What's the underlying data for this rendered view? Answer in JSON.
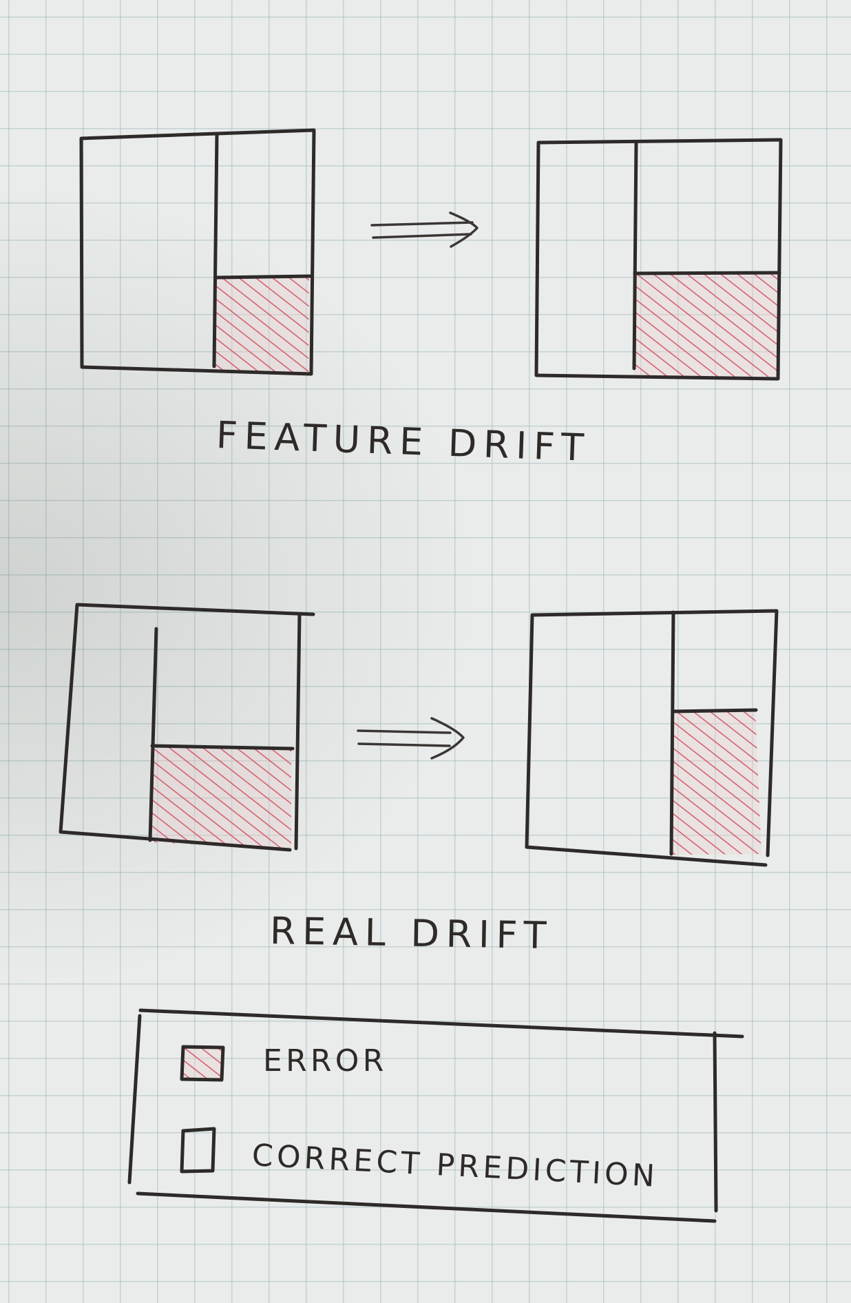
{
  "sections": [
    {
      "title": "FEATURE DRIFT",
      "before": {
        "error_fraction": 0.38,
        "split_fraction": 0.58
      },
      "after": {
        "error_fraction": 0.43,
        "split_fraction": 0.41
      }
    },
    {
      "title": "REAL DRIFT",
      "before": {
        "error_fraction": 0.43,
        "split_fraction": 0.38
      },
      "after": {
        "error_fraction": 0.61,
        "split_fraction": 0.6
      }
    }
  ],
  "legend": {
    "error_label": "ERROR",
    "correct_label": "CORRECT PREDICTION"
  },
  "colors": {
    "ink": "#2d2a29",
    "error_hatch": "#cf4a5c",
    "paper": "#e9ecea",
    "grid": "#96afb9"
  },
  "icons": {
    "transition": "double-arrow-icon",
    "error_swatch": "hatched-square-icon",
    "correct_swatch": "empty-square-icon"
  }
}
